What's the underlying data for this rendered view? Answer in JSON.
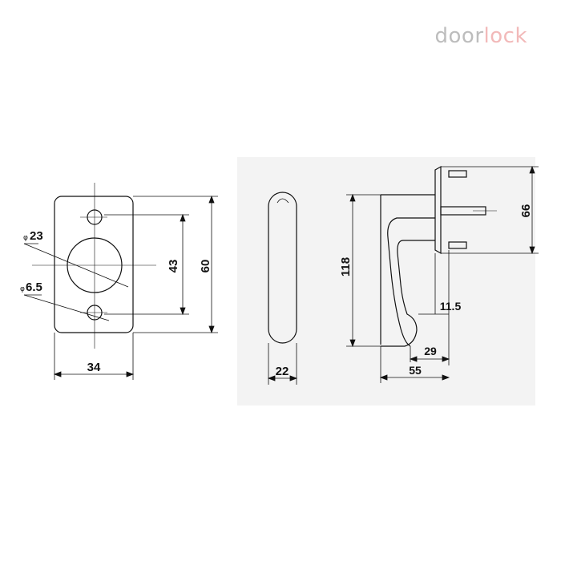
{
  "logo": {
    "part1": "door",
    "part2": "lock"
  },
  "colors": {
    "line": "#111111",
    "backdrop": "#f3f3f3",
    "logo_grey": "#bdbdbd",
    "logo_pink": "#f2b9b9"
  },
  "rose": {
    "dims": {
      "hole_large": "23",
      "hole_small": "6.5",
      "hole_spacing": "43",
      "height": "60",
      "width": "34",
      "diameter_symbol": "φ"
    }
  },
  "handle": {
    "dims": {
      "thickness": "22",
      "height": "118",
      "rose_height": "66",
      "grip_offset": "11.5",
      "tip_length": "29",
      "projection": "55"
    }
  }
}
